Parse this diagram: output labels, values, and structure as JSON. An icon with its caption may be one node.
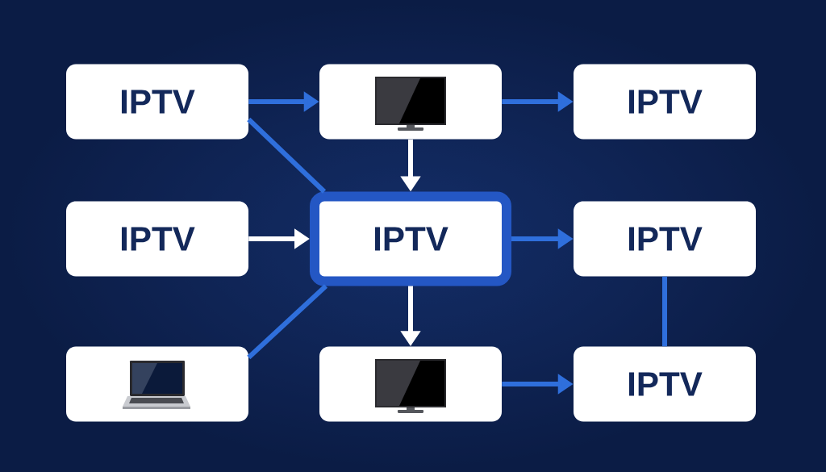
{
  "diagram": {
    "nodes": [
      {
        "text": [
          "IPTV"
        ]
      },
      {
        "text": [],
        "shape": "picture"
      },
      {
        "text": [
          "IPTV"
        ]
      },
      {
        "text": [
          "IPTV"
        ]
      },
      {
        "text": [
          "IPTV"
        ]
      },
      {
        "text": [
          "IPTV"
        ]
      },
      {
        "text": [],
        "shape": "picture"
      },
      {
        "text": [],
        "shape": "picture"
      },
      {
        "text": [
          "IPTV"
        ]
      }
    ],
    "edges": [
      {
        "from": 0,
        "to": 1,
        "arrow": "to"
      },
      {
        "from": 1,
        "to": 2,
        "arrow": "to"
      },
      {
        "from": 0,
        "to": 4,
        "arrow": "none"
      },
      {
        "from": 1,
        "to": 4,
        "arrow": "to",
        "color": "#ffffff"
      },
      {
        "from": 3,
        "to": 4,
        "arrow": "to",
        "color": "#ffffff"
      },
      {
        "from": 4,
        "to": 5,
        "arrow": "to"
      },
      {
        "from": 6,
        "to": 4,
        "arrow": "none"
      },
      {
        "from": 4,
        "to": 7,
        "arrow": "to",
        "color": "#ffffff"
      },
      {
        "from": 5,
        "to": 8,
        "arrow": "none"
      },
      {
        "from": 7,
        "to": 8,
        "arrow": "to"
      }
    ]
  }
}
